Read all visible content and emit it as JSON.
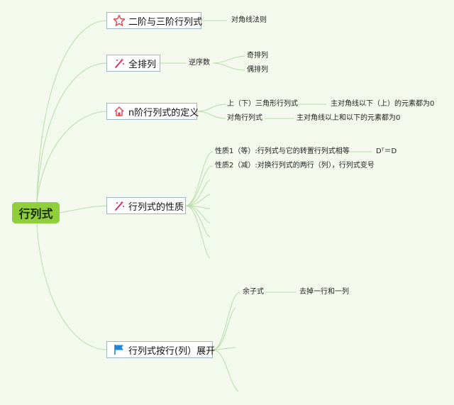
{
  "root": {
    "label": "行列式"
  },
  "topics": [
    {
      "label": "二阶与三阶行列式",
      "icon": "star-icon",
      "children": [
        {
          "label": "对角线法则"
        }
      ]
    },
    {
      "label": "全排列",
      "icon": "magic-wand-icon",
      "children": [
        {
          "label": "逆序数",
          "children": [
            {
              "label": "奇排列"
            },
            {
              "label": "偶排列"
            }
          ]
        }
      ]
    },
    {
      "label": "n阶行列式的定义",
      "icon": "home-icon",
      "children": [
        {
          "label": "上（下）三角形行列式",
          "children": [
            {
              "label": "主对角线以下（上）的元素都为0"
            }
          ]
        },
        {
          "label": "对角行列式",
          "children": [
            {
              "label": "主对角线以上和以下的元素都为0"
            }
          ]
        }
      ]
    },
    {
      "label": "行列式的性质",
      "icon": "magic-wand-icon",
      "children": [
        {
          "label": "性质1（等）:行列式与它的转置行列式相等",
          "children": [
            {
              "label": "Dᵀ＝D"
            }
          ]
        },
        {
          "label": "性质2（减）:对换行列式的两行（列），行列式变号"
        }
      ]
    },
    {
      "label": "行列式按行(列）展开",
      "icon": "flag-icon",
      "children": [
        {
          "label": "余子式",
          "children": [
            {
              "label": "去掉一行和一列"
            }
          ]
        }
      ]
    }
  ],
  "colors": {
    "background": "#f4f9ed",
    "root": "#8fcf3c",
    "link": "#b8dcaa",
    "topic_border": "#9fb6c9",
    "star": "#e0424b",
    "wand": "#d9245a",
    "home": "#e0424b",
    "flag": "#1f86d6"
  }
}
